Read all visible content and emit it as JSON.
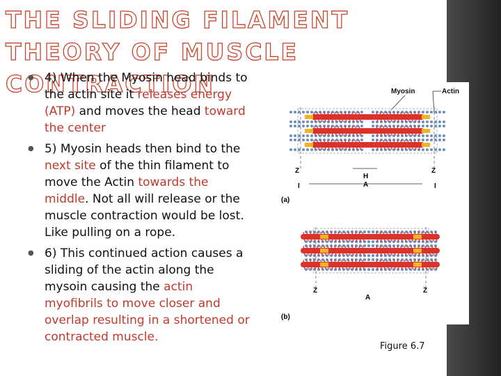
{
  "title": "THE SLIDING FILAMENT THEORY OF MUSCLE CONTRACTION",
  "bullets": [
    {
      "segments": [
        {
          "text": "4) When the Myosin head binds to the actin site it ",
          "hl": false
        },
        {
          "text": "releases energy (ATP)",
          "hl": true
        },
        {
          "text": " and moves the head ",
          "hl": false
        },
        {
          "text": "toward the center",
          "hl": true
        }
      ]
    },
    {
      "segments": [
        {
          "text": "5) Myosin heads then bind to the ",
          "hl": false
        },
        {
          "text": "next site",
          "hl": true
        },
        {
          "text": " of the thin filament to move the Actin ",
          "hl": false
        },
        {
          "text": "towards the middle",
          "hl": true
        },
        {
          "text": ". Not all will release or the muscle contraction would be lost. Like pulling on a rope.",
          "hl": false
        }
      ]
    },
    {
      "segments": [
        {
          "text": "6) This continued action causes a sliding of the actin along the mysoin causing the ",
          "hl": false
        },
        {
          "text": "actin myofibrils to move closer and overlap resulting in a shortened or contracted muscle.",
          "hl": true
        }
      ]
    }
  ],
  "figure": {
    "myosin_label": "Myosin",
    "actin_label": "Actin",
    "z_label": "Z",
    "h_label": "H",
    "a_label": "A",
    "i_label": "I",
    "panel_a_label": "(a)",
    "panel_b_label": "(b)",
    "caption": "Figure 6.7",
    "colors": {
      "myosin": "#d9332b",
      "actin": "#6f8fbf",
      "zline": "#888888",
      "atp": "#f0b429"
    }
  },
  "colors": {
    "highlight": "#c0392b",
    "title_outline": "#c8452c"
  }
}
